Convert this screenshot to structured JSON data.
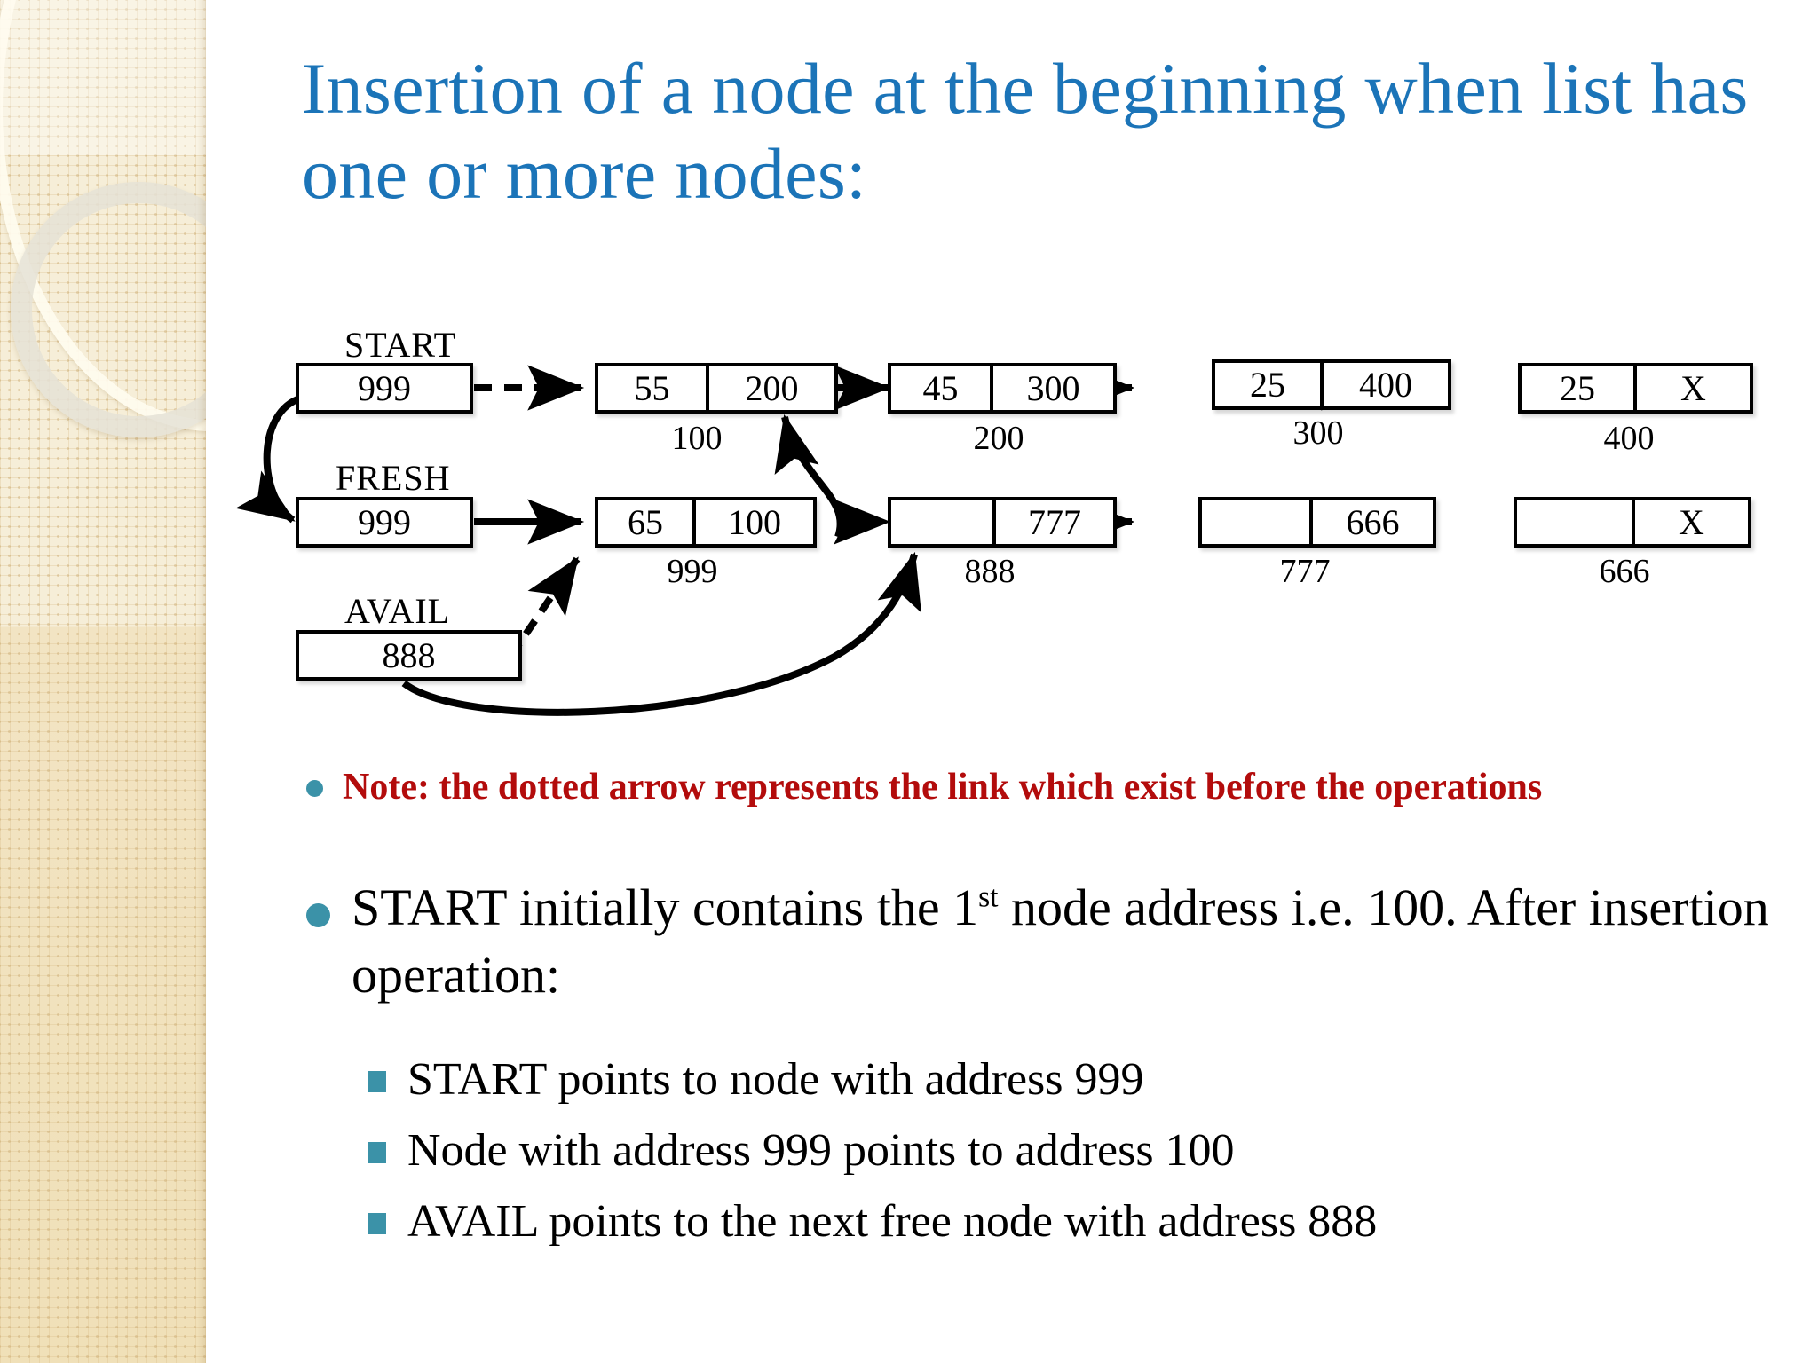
{
  "slide": {
    "title": "Insertion of a node at the beginning when list has one or more nodes:"
  },
  "diagram": {
    "pointers": [
      {
        "label": "START",
        "value": "999"
      },
      {
        "label": "FRESH",
        "value": "999"
      },
      {
        "label": "AVAIL",
        "value": "888"
      }
    ],
    "row1": {
      "nodes": [
        {
          "data": "55",
          "link": "200",
          "address": "100"
        },
        {
          "data": "45",
          "link": "300",
          "address": "200"
        },
        {
          "data": "25",
          "link": "400",
          "address": "300"
        },
        {
          "data": "25",
          "link": "X",
          "address": "400"
        }
      ]
    },
    "row2": {
      "nodes": [
        {
          "data": "65",
          "link": "100",
          "address": "999"
        },
        {
          "data": "",
          "link": "777",
          "address": "888"
        },
        {
          "data": "",
          "link": "666",
          "address": "777"
        },
        {
          "data": "",
          "link": "X",
          "address": "666"
        }
      ]
    }
  },
  "note": {
    "text": "Note: the dotted arrow represents the link which exist before the operations"
  },
  "main_bullet": {
    "part1": "START initially contains the 1",
    "sup": "st",
    "part2": " node address i.e. 100. After insertion operation:"
  },
  "sub_bullets": [
    {
      "text": "START points to node with address 999"
    },
    {
      "text": "Node with address 999 points to address 100"
    },
    {
      "text": "AVAIL points to the next free node with address 888"
    }
  ],
  "colors": {
    "title": "#1b74b8",
    "note": "#b30c0c",
    "bullet": "#3b92a8",
    "sidebar": "#f0e0b8"
  }
}
